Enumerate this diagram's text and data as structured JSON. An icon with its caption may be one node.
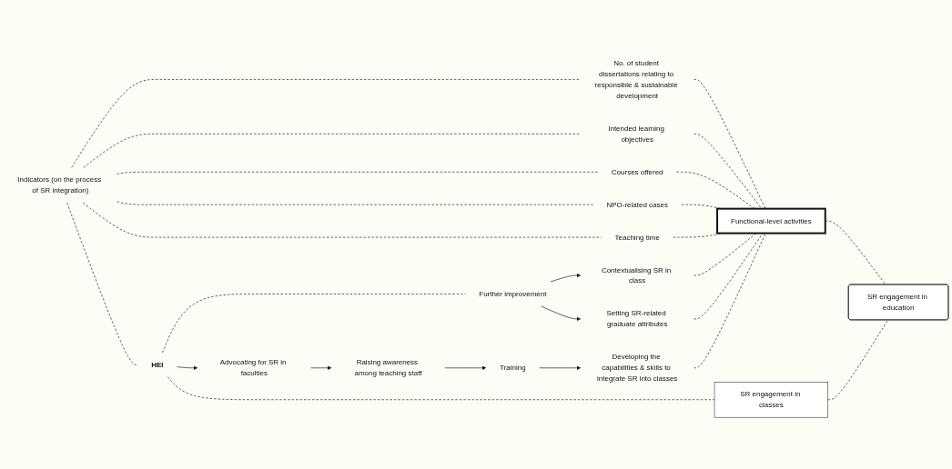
{
  "diagram": {
    "nodes": [
      {
        "text": [
          "Indicators (on the process of SR integration)"
        ]
      },
      {
        "text": [
          "No. of student dissertations relating to responsible & sustainable development"
        ]
      },
      {
        "text": [
          "Intended learning objectives"
        ]
      },
      {
        "text": [
          "Courses offered"
        ]
      },
      {
        "text": [
          "NPO-related cases"
        ]
      },
      {
        "text": [
          "Teaching time"
        ]
      },
      {
        "text": [
          "HEI"
        ]
      },
      {
        "text": [
          "Functional-level activities"
        ]
      },
      {
        "text": [
          "Further improvement"
        ]
      },
      {
        "text": [
          "Contextualising SR in class"
        ]
      },
      {
        "text": [
          "Advocating for SR in faculties"
        ]
      },
      {
        "text": [
          "Setting SR-related graduate attributes"
        ]
      },
      {
        "text": [
          "Developing the capabilities & skills to integrate SR into classes"
        ]
      },
      {
        "text": [
          "Raising awareness among teaching staff"
        ]
      },
      {
        "text": [
          "Training"
        ]
      },
      {
        "text": [
          "SR engagement in classes"
        ]
      },
      {
        "text": [
          "SR engagement in education"
        ]
      }
    ],
    "edges": [
      {
        "from": 0,
        "to": 1,
        "arrow": "none",
        "style": "dashed"
      },
      {
        "from": 0,
        "to": 2,
        "arrow": "none",
        "style": "dashed"
      },
      {
        "from": 0,
        "to": 3,
        "arrow": "none",
        "style": "dashed"
      },
      {
        "from": 0,
        "to": 4,
        "arrow": "none",
        "style": "dashed"
      },
      {
        "from": 0,
        "to": 5,
        "arrow": "none",
        "style": "dashed"
      },
      {
        "from": 0,
        "to": 6,
        "arrow": "none",
        "style": "dashed"
      },
      {
        "from": 1,
        "to": 7,
        "arrow": "none",
        "style": "dashed"
      },
      {
        "from": 2,
        "to": 7,
        "arrow": "none",
        "style": "dashed"
      },
      {
        "from": 3,
        "to": 7,
        "arrow": "none",
        "style": "dashed"
      },
      {
        "from": 4,
        "to": 7,
        "arrow": "none",
        "style": "dashed"
      },
      {
        "from": 5,
        "to": 7,
        "arrow": "none",
        "style": "dashed"
      },
      {
        "from": 6,
        "to": 8,
        "arrow": "none",
        "style": "dashed"
      },
      {
        "from": 6,
        "to": 10,
        "arrow": "to"
      },
      {
        "from": 8,
        "to": 9,
        "arrow": "to"
      },
      {
        "from": 8,
        "to": 11,
        "arrow": "to"
      },
      {
        "from": 9,
        "to": 7,
        "arrow": "none",
        "style": "dashed"
      },
      {
        "from": 11,
        "to": 7,
        "arrow": "none",
        "style": "dashed"
      },
      {
        "from": 10,
        "to": 13,
        "arrow": "to"
      },
      {
        "from": 13,
        "to": 14,
        "arrow": "to"
      },
      {
        "from": 14,
        "to": 12,
        "arrow": "to"
      },
      {
        "from": 12,
        "to": 7,
        "arrow": "none",
        "style": "dashed"
      },
      {
        "from": 7,
        "to": 16,
        "arrow": "none",
        "style": "dashed"
      },
      {
        "from": 6,
        "to": 15,
        "arrow": "none",
        "style": "dashed"
      },
      {
        "from": 15,
        "to": 16,
        "arrow": "none",
        "style": "dashed"
      }
    ]
  }
}
